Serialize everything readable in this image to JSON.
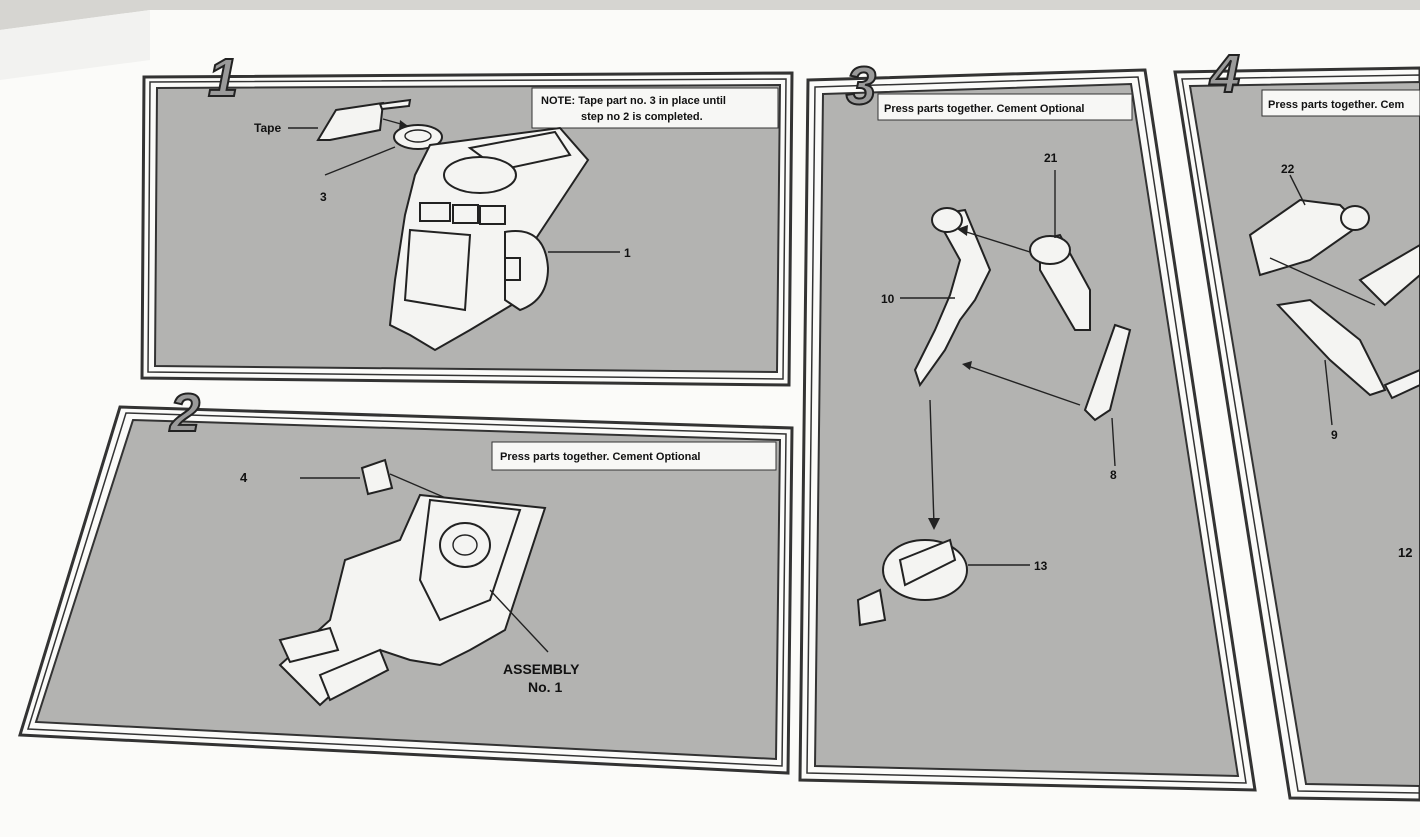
{
  "steps": [
    {
      "number": "1",
      "note_line1": "NOTE:  Tape part no. 3 in place until",
      "note_line2": "step no 2 is completed.",
      "labels": {
        "tape": "Tape",
        "part_3": "3",
        "part_1": "1"
      }
    },
    {
      "number": "2",
      "note_line1": "Press parts together. Cement Optional",
      "labels": {
        "part_4": "4",
        "assembly_line1": "ASSEMBLY",
        "assembly_line2": "No. 1"
      }
    },
    {
      "number": "3",
      "note_line1": "Press parts together. Cement Optional",
      "labels": {
        "part_21": "21",
        "part_10": "10",
        "part_8": "8",
        "part_13": "13"
      }
    },
    {
      "number": "4",
      "note_line1": "Press parts together. Cem",
      "labels": {
        "part_22": "22",
        "part_9": "9",
        "part_12": "12"
      }
    }
  ],
  "colors": {
    "panel_gray": "#b3b3b1",
    "paper": "#fbfbf9",
    "ink": "#222222"
  }
}
